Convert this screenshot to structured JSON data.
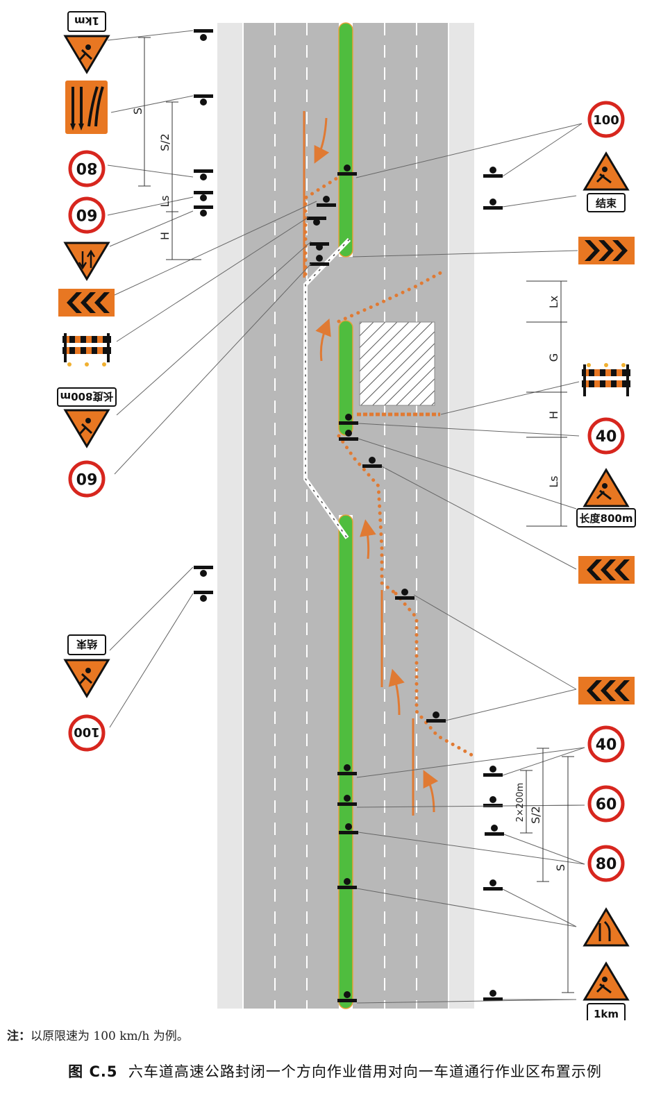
{
  "colors": {
    "road": "#b8b8b8",
    "shoulder": "#e6e6e6",
    "median": "#4fbd3e",
    "cone": "#e07a33",
    "sign_orange": "#e87722",
    "sign_red": "#d7261e",
    "work_area_hatch": "#444444"
  },
  "speed_signs": {
    "s100": "100",
    "s80": "80",
    "s60": "60",
    "s40": "40"
  },
  "plates": {
    "dist_1km": "1km",
    "length_800m": "长度800m",
    "end": "结束"
  },
  "dimension_labels": {
    "S": "S",
    "S_half": "S/2",
    "Ls": "Ls",
    "H": "H",
    "G": "G",
    "Lx": "Lx",
    "two_x_200m": "2×200m"
  },
  "icons": [
    "road-work-warning-icon",
    "lane-change-detour-icon",
    "two-way-traffic-icon",
    "chevron-left-icon",
    "chevron-right-icon",
    "barricade-icon",
    "lane-merge-icon",
    "speed-limit-icon"
  ],
  "note": {
    "prefix": "注：",
    "text": "以原限速为 100 km/h 为例。"
  },
  "caption": {
    "figure_no": "图 C.5",
    "title": "六车道高速公路封闭一个方向作业借用对向一车道通行作业区布置示例"
  }
}
